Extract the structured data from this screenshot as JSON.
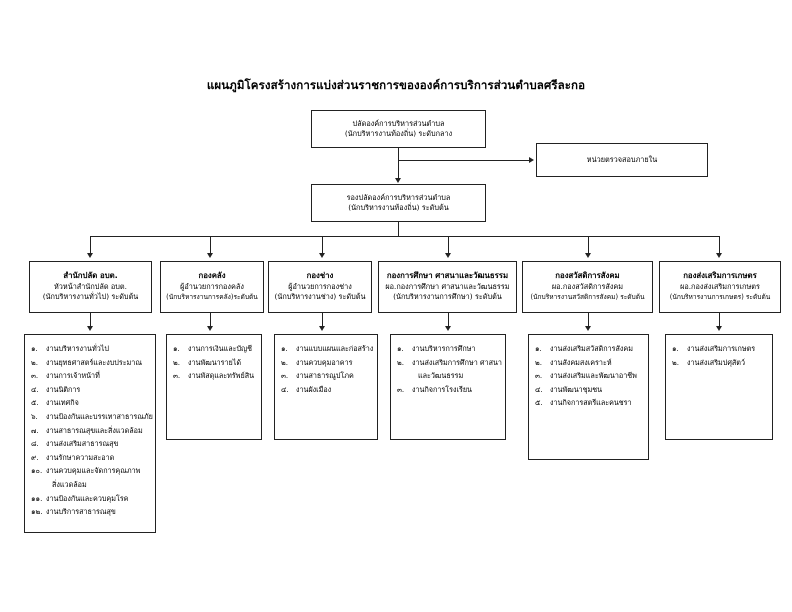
{
  "chart_title": "แผนภูมิโครงสร้างการแบ่งส่วนราชการขององค์การบริการส่วนตำบลศรีละกอ",
  "top": {
    "clerk": {
      "line1": "ปลัดองค์การบริหารส่วนตำบล",
      "line2": "(นักบริหารงานท้องถิ่น) ระดับกลาง"
    },
    "deputy_clerk": {
      "line1": "รองปลัดองค์การบริหารส่วนตำบล",
      "line2": "(นักบริหารงานท้องถิ่น) ระดับต้น"
    },
    "internal_audit": {
      "line1": "หน่วยตรวจสอบภายใน"
    }
  },
  "divisions": [
    {
      "name": "สำนักปลัด อบต.",
      "head": "หัวหน้าสำนักปลัด อบต.",
      "rank": "(นักบริหารงานทั่วไป) ระดับต้น",
      "tasks": [
        {
          "num": "๑.",
          "text": "งานบริหารงานทั่วไป"
        },
        {
          "num": "๒.",
          "text": "งานยุทธศาสตร์และงบประมาณ"
        },
        {
          "num": "๓.",
          "text": "งานการเจ้าหน้าที่"
        },
        {
          "num": "๔.",
          "text": "งานนิติการ"
        },
        {
          "num": "๕.",
          "text": "งานเทศกิจ"
        },
        {
          "num": "๖.",
          "text": "งานป้องกันและบรรเทาสาธารณภัย"
        },
        {
          "num": "๗.",
          "text": "งานสาธารณสุขและสิ่งแวดล้อม"
        },
        {
          "num": "๘.",
          "text": "งานส่งเสริมสาธารณสุข"
        },
        {
          "num": "๙.",
          "text": "งานรักษาความสะอาด"
        },
        {
          "num": "๑๐.",
          "text": "งานควบคุมและจัดการคุณภาพ",
          "cont": "สิ่งแวดล้อม"
        },
        {
          "num": "๑๑.",
          "text": "งานป้องกันและควบคุมโรค"
        },
        {
          "num": "๑๒.",
          "text": "งานบริการสาธารณสุข"
        }
      ]
    },
    {
      "name": "กองคลัง",
      "head": "ผู้อำนวยการกองคลัง",
      "rank": "(นักบริหารงานการคลัง)ระดับต้น",
      "tasks": [
        {
          "num": "๑.",
          "text": "งานการเงินและบัญชี"
        },
        {
          "num": "๒.",
          "text": "งานพัฒนารายได้"
        },
        {
          "num": "๓.",
          "text": "งานพัสดุและทรัพย์สิน"
        }
      ]
    },
    {
      "name": "กองช่าง",
      "head": "ผู้อำนวยการกองช่าง",
      "rank": "(นักบริหารงานช่าง) ระดับต้น",
      "tasks": [
        {
          "num": "๑.",
          "text": "งานแบบแผนและก่อสร้าง"
        },
        {
          "num": "๒.",
          "text": "งานควบคุมอาคาร"
        },
        {
          "num": "๓.",
          "text": "งานสาธารณูปโภค"
        },
        {
          "num": "๔.",
          "text": "งานผังเมือง"
        }
      ]
    },
    {
      "name": "กองการศึกษา ศาสนาและวัฒนธรรม",
      "head": "ผอ.กองการศึกษา ศาสนาและวัฒนธรรม",
      "rank": "(นักบริหารงานการศึกษา) ระดับต้น",
      "tasks": [
        {
          "num": "๑.",
          "text": "งานบริหารการศึกษา"
        },
        {
          "num": "๒.",
          "text": "งานส่งเสริมการศึกษา ศาสนา",
          "cont": "และวัฒนธรรม"
        },
        {
          "num": "๓.",
          "text": "งานกิจการโรงเรียน"
        }
      ]
    },
    {
      "name": "กองสวัสดิการสังคม",
      "head": "ผอ.กองสวัสดิการสังคม",
      "rank": "(นักบริหารงานสวัสดิการสังคม) ระดับต้น",
      "tasks": [
        {
          "num": "๑.",
          "text": "งานส่งเสริมสวัสดิการสังคม"
        },
        {
          "num": "๒.",
          "text": "งานสังคมสงเคราะห์"
        },
        {
          "num": "๓.",
          "text": "งานส่งเสริมและพัฒนาอาชีพ"
        },
        {
          "num": "๔.",
          "text": "งานพัฒนาชุมชน"
        },
        {
          "num": "๕.",
          "text": "งานกิจการสตรีและคนชรา"
        }
      ]
    },
    {
      "name": "กองส่งเสริมการเกษตร",
      "head": "ผอ.กองส่งเสริมการเกษตร",
      "rank": "(นักบริหารงานการเกษตร) ระดับต้น",
      "tasks": [
        {
          "num": "๑.",
          "text": "งานส่งเสริมการเกษตร"
        },
        {
          "num": "๒.",
          "text": "งานส่งเสริมปศุสัตว์"
        }
      ]
    }
  ]
}
